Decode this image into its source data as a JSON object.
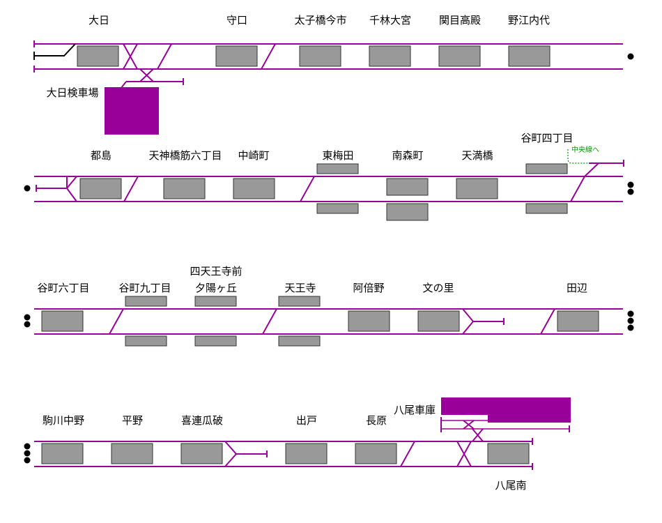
{
  "colors": {
    "track": "#990099",
    "platform": "#999999",
    "depot": "#990099",
    "connection_line": "#009900",
    "text": "#000000"
  },
  "rows": [
    {
      "stations": [
        "大日",
        "守口",
        "太子橋今市",
        "千林大宮",
        "関目高殿",
        "野江内代"
      ],
      "depot": "大日検車場"
    },
    {
      "stations": [
        "都島",
        "天神橋筋六丁目",
        "中崎町",
        "東梅田",
        "南森町",
        "天満橋",
        "谷町四丁目"
      ],
      "connection": "中央線へ"
    },
    {
      "stations": [
        "谷町六丁目",
        "谷町九丁目",
        "四天王寺前",
        "夕陽ヶ丘",
        "天王寺",
        "阿倍野",
        "文の里",
        "田辺"
      ]
    },
    {
      "stations": [
        "駒川中野",
        "平野",
        "喜連瓜破",
        "出戸",
        "長原",
        "八尾南"
      ],
      "depot": "八尾車庫"
    }
  ]
}
